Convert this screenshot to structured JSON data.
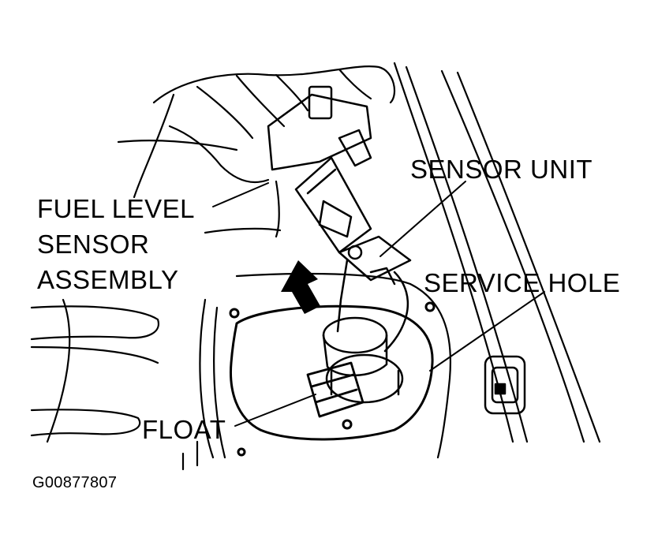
{
  "callouts": {
    "fuel_level_sensor_assembly": [
      "FUEL LEVEL",
      "SENSOR",
      "ASSEMBLY"
    ],
    "sensor_unit": "SENSOR UNIT",
    "service_hole": "SERVICE HOLE",
    "float": "FLOAT"
  },
  "figure_ref": "G00877807",
  "colors": {
    "line": "#000000",
    "background": "#ffffff"
  }
}
